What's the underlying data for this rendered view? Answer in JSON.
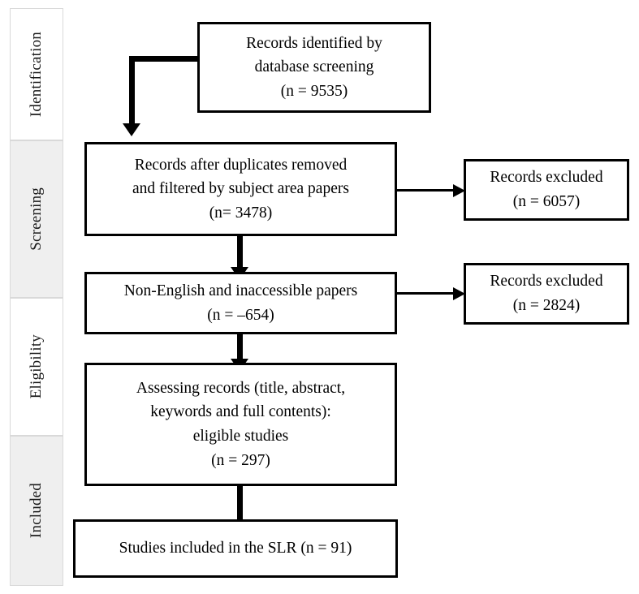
{
  "diagram": {
    "title": "PRISMA study selection flow diagram",
    "type": "flowchart",
    "background_color": "#ffffff",
    "line_color": "#000000",
    "band_gray": "#efefef",
    "band_white": "#ffffff",
    "border_color": "#d9d9d9"
  },
  "stages": [
    {
      "id": "identification",
      "label": "Identification",
      "shaded": false
    },
    {
      "id": "screening",
      "label": "Screening",
      "shaded": true
    },
    {
      "id": "eligibility",
      "label": "Eligibility",
      "shaded": false
    },
    {
      "id": "included",
      "label": "Included",
      "shaded": true
    }
  ],
  "nodes": {
    "identified": {
      "id": "records-identified",
      "lines": [
        "Records identified by",
        "database screening",
        "(n = 9535)"
      ],
      "count": 9535
    },
    "after_duplicates": {
      "id": "records-after-duplicates",
      "lines": [
        "Records after duplicates removed",
        "and filtered by subject area papers",
        "(n= 3478)"
      ],
      "count": 3478
    },
    "excluded_1": {
      "id": "records-excluded-1",
      "lines": [
        "Records excluded",
        "(n = 6057)"
      ],
      "count": 6057
    },
    "non_english": {
      "id": "non-english-inaccessible",
      "lines": [
        "Non-English and inaccessible papers",
        "(n = –654)"
      ],
      "count": -654
    },
    "excluded_2": {
      "id": "records-excluded-2",
      "lines": [
        "Records excluded",
        "(n = 2824)"
      ],
      "count": 2824
    },
    "assessing": {
      "id": "assessing-records",
      "lines": [
        "Assessing records (title, abstract,",
        "keywords and full contents):",
        "eligible studies",
        "(n = 297)"
      ],
      "count": 297
    },
    "included": {
      "id": "studies-included",
      "lines": [
        "Studies included in the SLR (n = 91)"
      ],
      "count": 91
    }
  },
  "connectors": [
    {
      "id": "identified-to-after-duplicates",
      "style": "elbow-left-down",
      "arrowhead": "down"
    },
    {
      "id": "after-duplicates-to-excluded-1",
      "style": "straight-right",
      "arrowhead": "right"
    },
    {
      "id": "after-duplicates-to-non-english",
      "style": "straight-down",
      "arrowhead": "down"
    },
    {
      "id": "non-english-to-excluded-2",
      "style": "straight-right",
      "arrowhead": "right"
    },
    {
      "id": "non-english-to-assessing",
      "style": "straight-down",
      "arrowhead": "down"
    },
    {
      "id": "assessing-to-included",
      "style": "straight-down",
      "arrowhead": "down"
    }
  ]
}
